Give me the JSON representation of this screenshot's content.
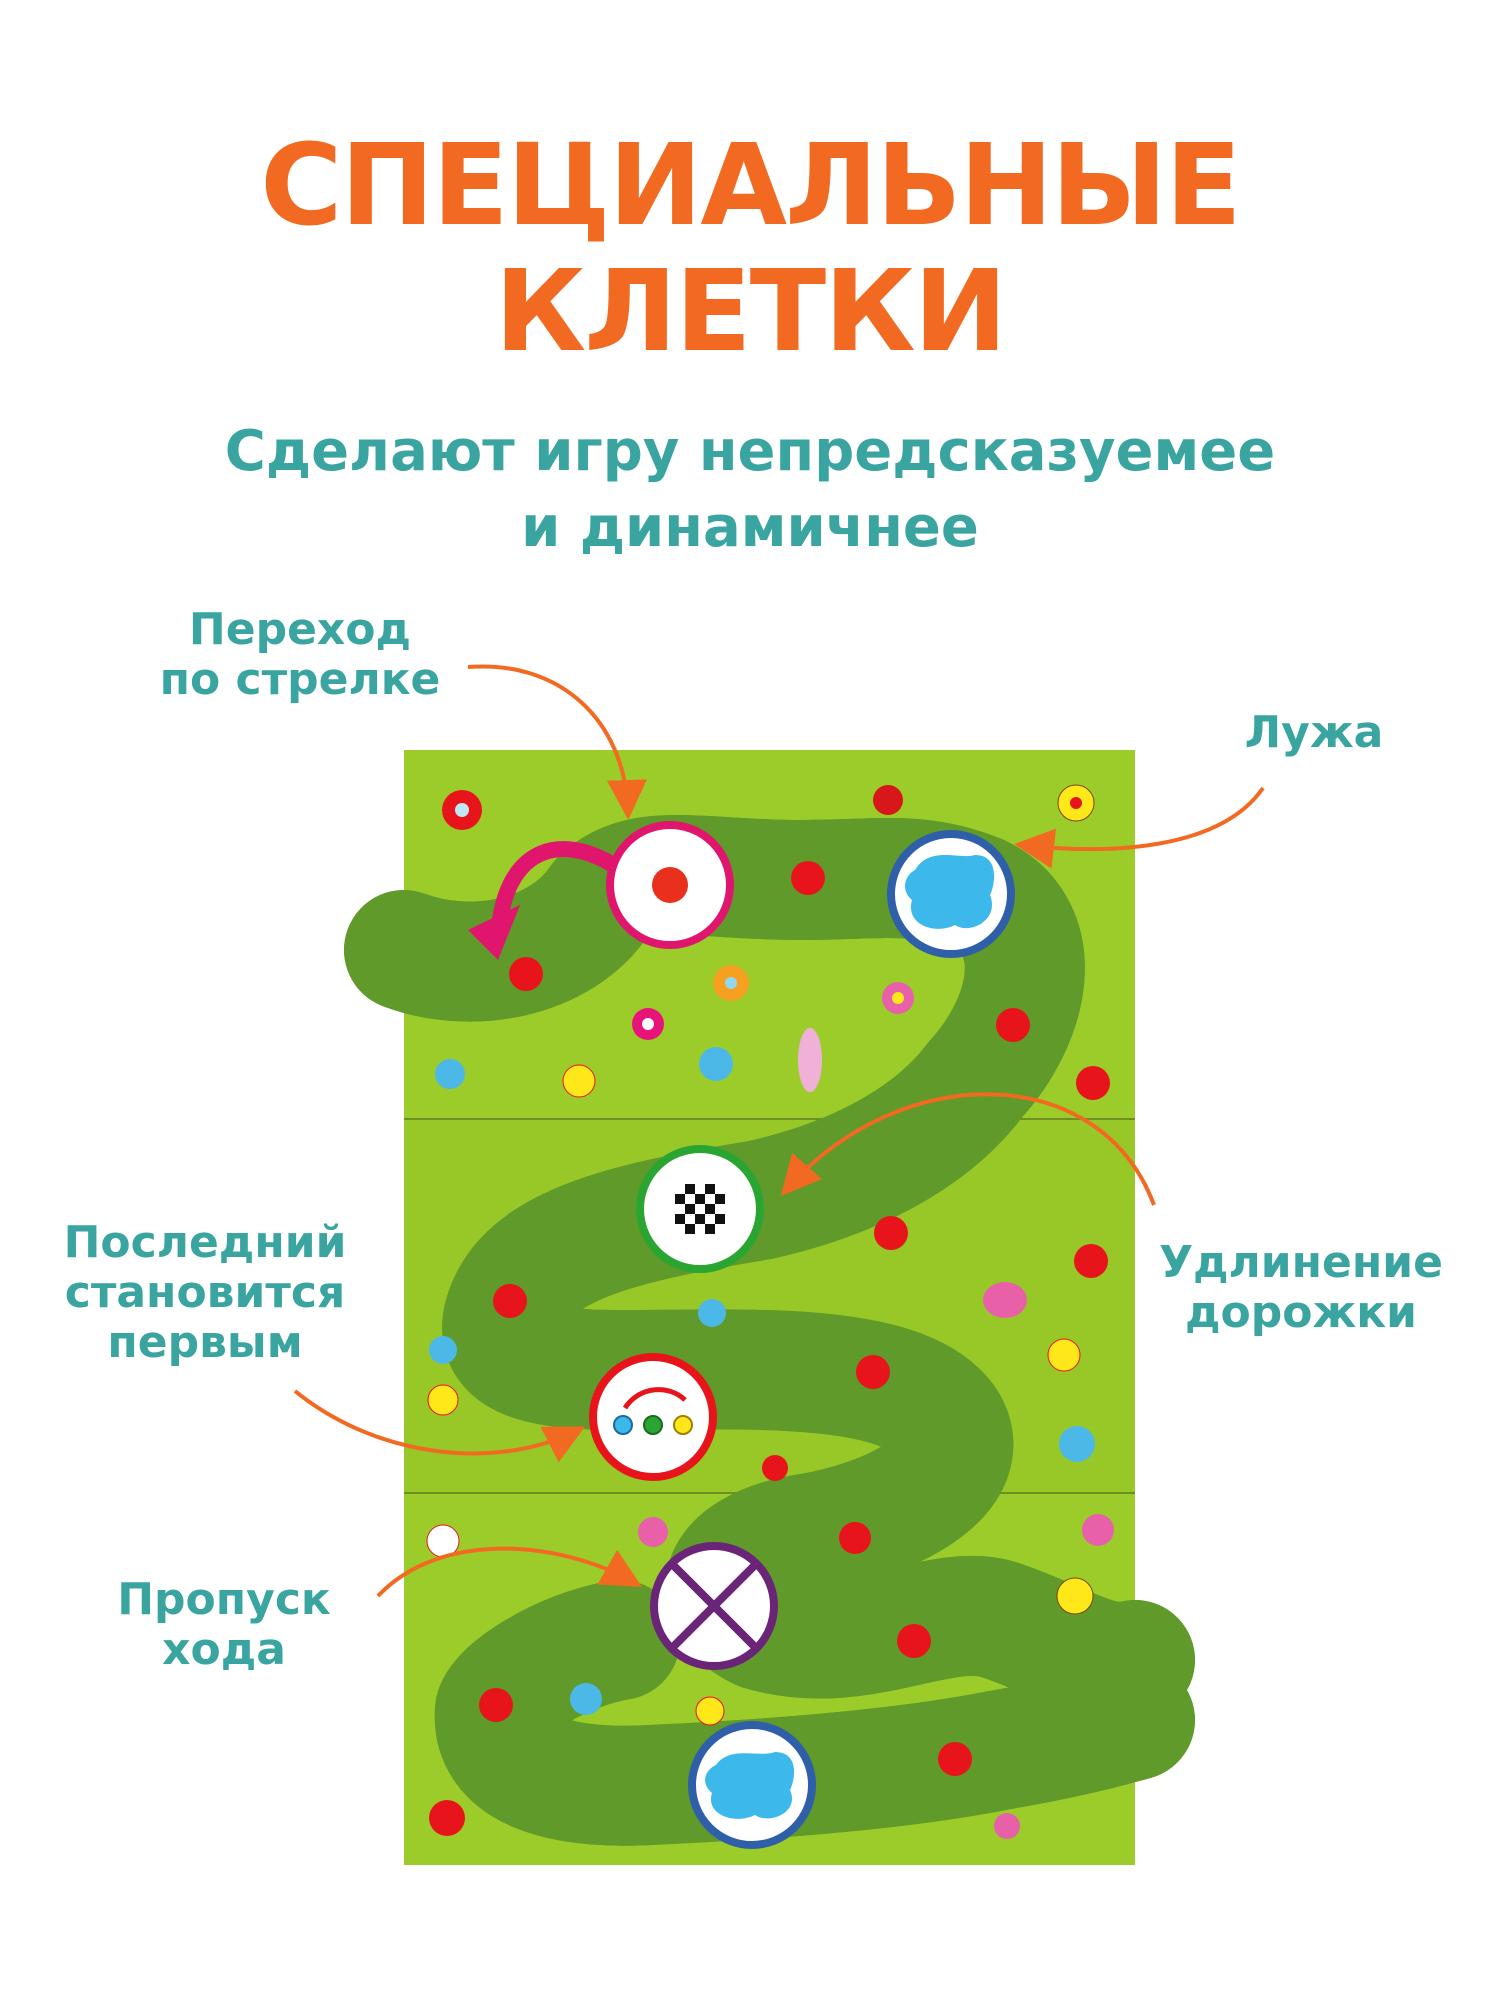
{
  "title": {
    "line1": "СПЕЦИАЛЬНЫЕ",
    "line2": "КЛЕТКИ"
  },
  "subtitle": {
    "line1": "Сделают игру непредсказуемее",
    "line2": "и динамичнее"
  },
  "labels": {
    "arrow_jump": {
      "line1": "Переход",
      "line2": "по стрелке"
    },
    "puddle": {
      "line1": "Лужа"
    },
    "last_first": {
      "line1": "Последний",
      "line2": "становится",
      "line3": "первым"
    },
    "extension": {
      "line1": "Удлинение",
      "line2": "дорожки"
    },
    "skip": {
      "line1": "Пропуск",
      "line2": "хода"
    }
  },
  "colors": {
    "title": "#f26a21",
    "text": "#3aa5a0",
    "arrow": "#f26a21",
    "grass": "#9ccc2a",
    "path": "#ffe81a",
    "dot": "#e8141c"
  }
}
